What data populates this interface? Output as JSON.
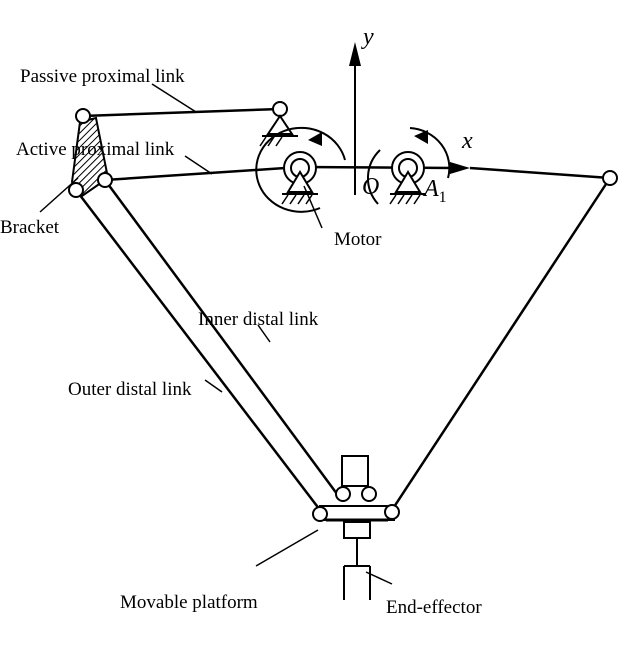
{
  "labels": {
    "passive_proximal": "Passive proximal link",
    "active_proximal": "Active proximal link",
    "bracket": "Bracket",
    "motor": "Motor",
    "inner_distal": "Inner distal link",
    "outer_distal": "Outer distal link",
    "movable_platform": "Movable platform",
    "end_effector": "End-effector"
  },
  "axes": {
    "x": "x",
    "y": "y",
    "origin": "O",
    "point": "A",
    "point_subscript": "1"
  },
  "colors": {
    "line": "#000000",
    "background": "#ffffff"
  }
}
